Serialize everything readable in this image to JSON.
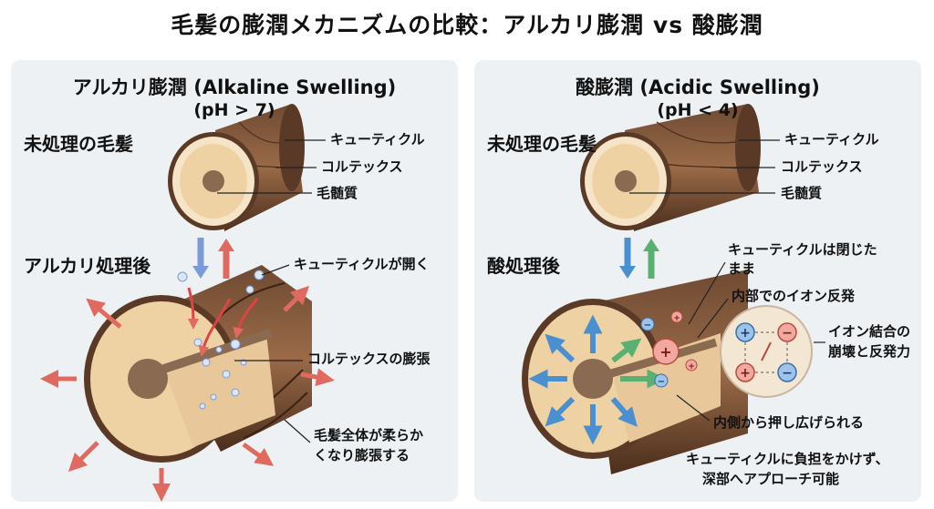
{
  "title": "毛髪の膨潤メカニズムの比較：アルカリ膨潤 vs 酸膨潤",
  "left": {
    "title": "アルカリ膨潤 (Alkaline Swelling)",
    "ph": "(pH > 7)",
    "untreated": "未処理の毛髪",
    "treated": "アルカリ処理後",
    "labels": {
      "cuticle": "キューティクル",
      "cortex": "コルテックス",
      "medulla": "毛髄質",
      "cuticle_open": "キューティクルが開く",
      "cortex_swell": "コルテックスの膨張",
      "soften_1": "毛髪全体が柔らか",
      "soften_2": "くなり膨張する"
    }
  },
  "right": {
    "title": "酸膨潤 (Acidic Swelling)",
    "ph": "(pH < 4)",
    "untreated": "未処理の毛髪",
    "treated": "酸処理後",
    "labels": {
      "cuticle": "キューティクル",
      "cortex": "コルテックス",
      "medulla": "毛髄質",
      "cuticle_closed_1": "キューティクルは閉じた",
      "cuticle_closed_2": "まま",
      "ion_repulsion": "内部でのイオン反発",
      "ion_bond_1": "イオン結合の",
      "ion_bond_2": "崩壊と反発力",
      "push_out": "内側から押し広げられる",
      "note_1": "キューティクルに負担をかけず、",
      "note_2": "深部へアプローチ可能"
    }
  },
  "colors": {
    "hair_dark": "#5a3a26",
    "hair_mid": "#8a5a3c",
    "cortex": "#efd2a4",
    "medulla": "#8a6a50",
    "arrow_red": "#e06a60",
    "arrow_blue": "#4a8fd0",
    "arrow_green": "#5ab070",
    "panel_bg": "#eef1f4"
  }
}
